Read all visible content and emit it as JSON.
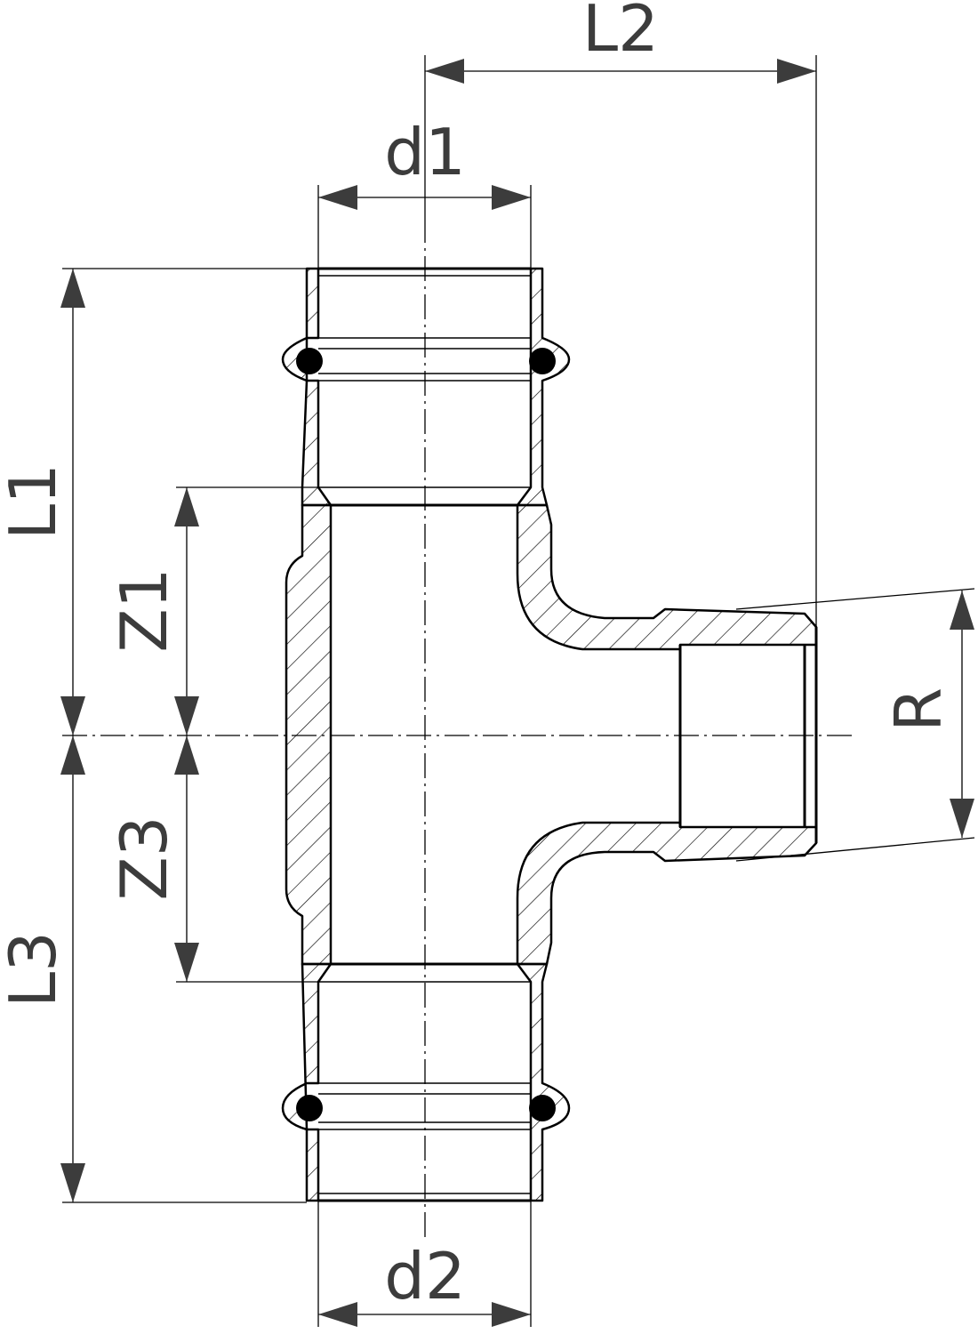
{
  "labels": {
    "l1": "L1",
    "l2": "L2",
    "l3": "L3",
    "d1": "d1",
    "d2": "d2",
    "z1": "Z1",
    "z3": "Z3",
    "r": "R"
  },
  "colors": {
    "line": "#000000",
    "text": "#3c3c3c",
    "background": "#ffffff"
  }
}
